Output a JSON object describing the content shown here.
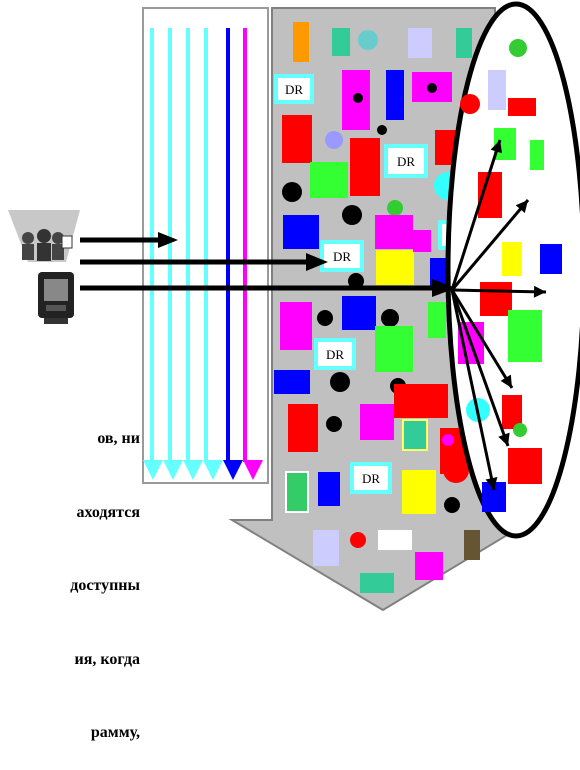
{
  "caption_lines": [
    "ов, ни",
    "аходятся",
    "доступны",
    "ия, когда",
    "рамму,"
  ],
  "dr_label": "DR",
  "colors": {
    "panel_gray": "#c0c0c0",
    "light_cyan": "#66ffff",
    "blue": "#0000ff",
    "magenta": "#ff00ff",
    "red": "#ff0000",
    "green": "#33ff33",
    "yellow": "#ffff00",
    "black": "#000000"
  },
  "icons": [
    "group-of-people-icon",
    "computer-terminal-icon"
  ]
}
